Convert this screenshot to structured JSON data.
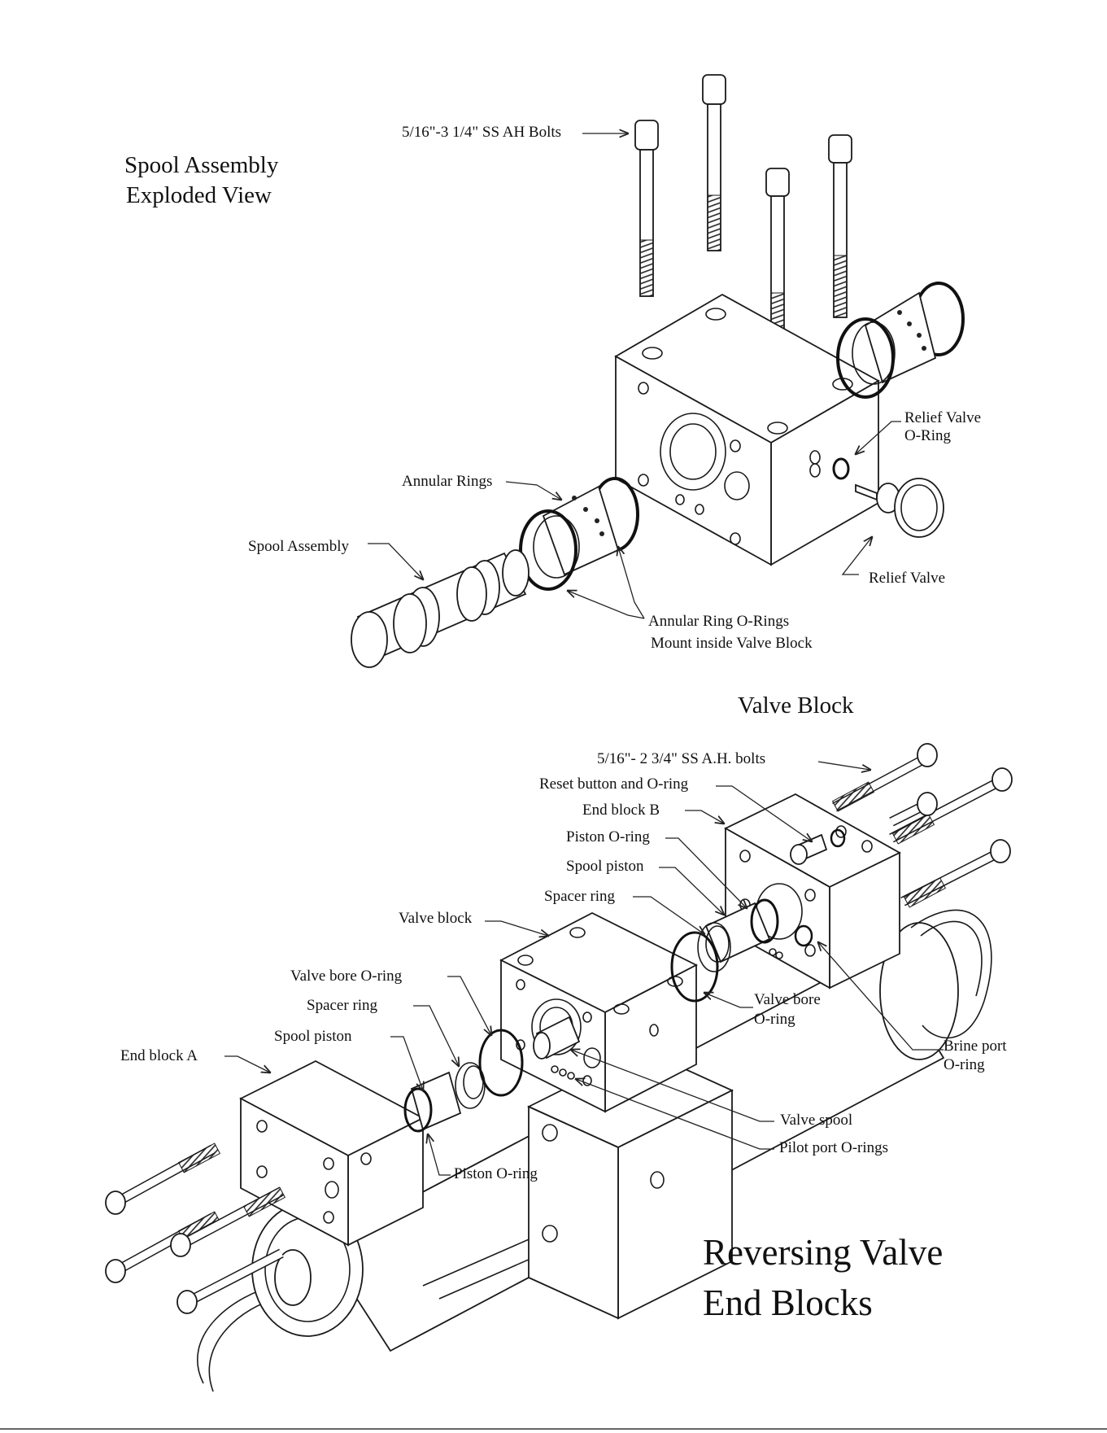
{
  "titles": {
    "spool_assembly": "Spool Assembly",
    "exploded_view": "Exploded View",
    "valve_block": "Valve Block",
    "reversing_valve": "Reversing Valve",
    "end_blocks": "End Blocks"
  },
  "top_labels": {
    "bolts": "5/16\"-3 1/4\" SS AH Bolts",
    "relief_valve_oring_1": "Relief Valve",
    "relief_valve_oring_2": "O-Ring",
    "annular_rings": "Annular Rings",
    "spool_assembly": "Spool Assembly",
    "relief_valve": "Relief Valve",
    "annular_ring_orings": "Annular Ring O-Rings",
    "mount_inside": "Mount inside Valve Block"
  },
  "bottom_labels": {
    "bolts": "5/16\"- 2 3/4\" SS A.H. bolts",
    "reset_button": "Reset button and O-ring",
    "end_block_b": "End block B",
    "piston_oring_b": "Piston O-ring",
    "spool_piston_b": "Spool piston",
    "spacer_ring_b": "Spacer ring",
    "valve_block": "Valve block",
    "valve_bore_oring_a": "Valve bore O-ring",
    "spacer_ring_a": "Spacer ring",
    "spool_piston_a": "Spool piston",
    "end_block_a": "End block A",
    "valve_bore_oring_b_1": "Valve bore",
    "valve_bore_oring_b_2": "O-ring",
    "brine_port_1": "Brine port",
    "brine_port_2": "O-ring",
    "valve_spool": "Valve spool",
    "pilot_port_orings": "Pilot port O-rings",
    "piston_oring_a": "Piston O-ring"
  }
}
